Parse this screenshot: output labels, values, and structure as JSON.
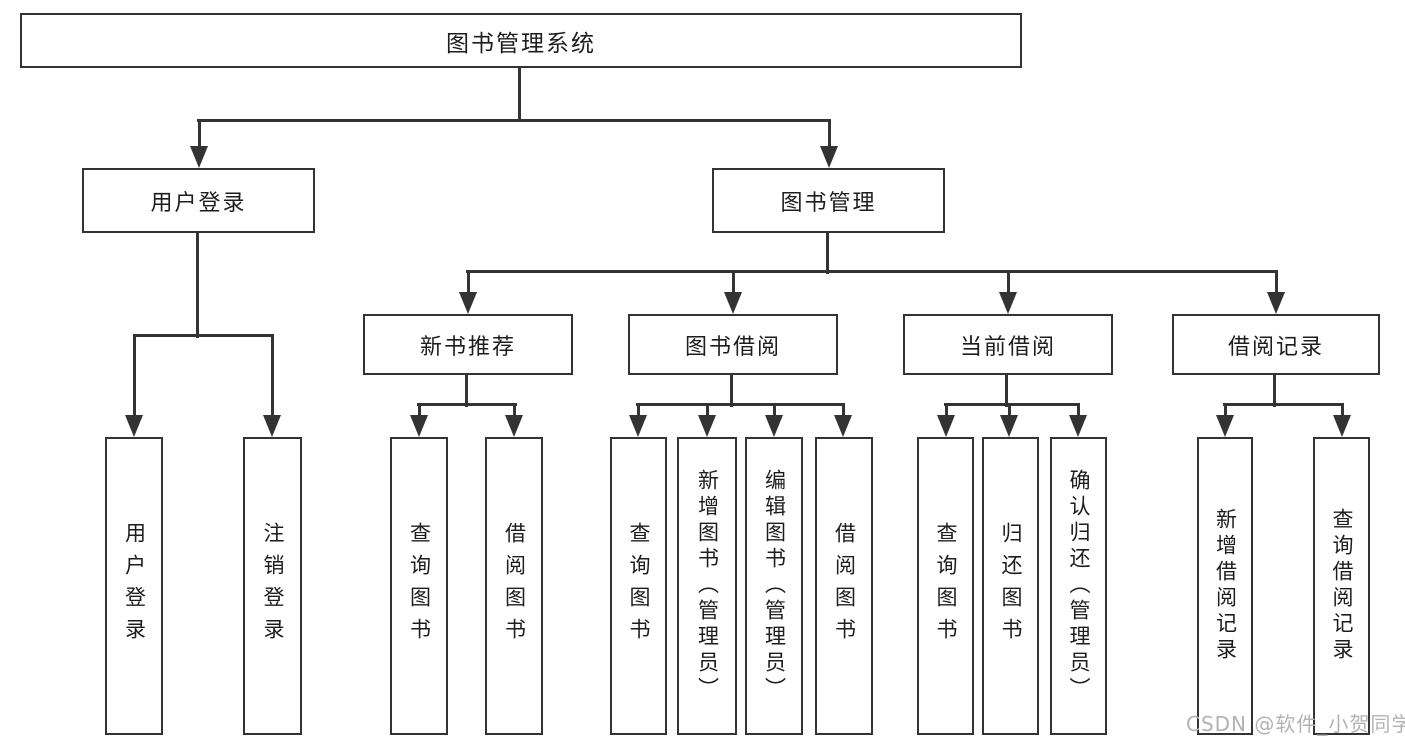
{
  "diagram": {
    "title": "图书管理系统",
    "tree": {
      "label": "图书管理系统",
      "children": [
        {
          "label": "用户登录",
          "children": [
            {
              "label": "用户登录"
            },
            {
              "label": "注销登录"
            }
          ]
        },
        {
          "label": "图书管理",
          "children": [
            {
              "label": "新书推荐",
              "children": [
                {
                  "label": "查询图书"
                },
                {
                  "label": "借阅图书"
                }
              ]
            },
            {
              "label": "图书借阅",
              "children": [
                {
                  "label": "查询图书"
                },
                {
                  "label": "新增图书（管理员）"
                },
                {
                  "label": "编辑图书（管理员）"
                },
                {
                  "label": "借阅图书"
                }
              ]
            },
            {
              "label": "当前借阅",
              "children": [
                {
                  "label": "查询图书"
                },
                {
                  "label": "归还图书"
                },
                {
                  "label": "确认归还（管理员）"
                }
              ]
            },
            {
              "label": "借阅记录",
              "children": [
                {
                  "label": "新增借阅记录"
                },
                {
                  "label": "查询借阅记录"
                }
              ]
            }
          ]
        }
      ]
    }
  },
  "watermark": "CSDN @软件_小贺同学",
  "colors": {
    "line": "#333333",
    "text": "#1d1d1d",
    "background": "#ffffff",
    "watermark": "#b5b2b2"
  }
}
